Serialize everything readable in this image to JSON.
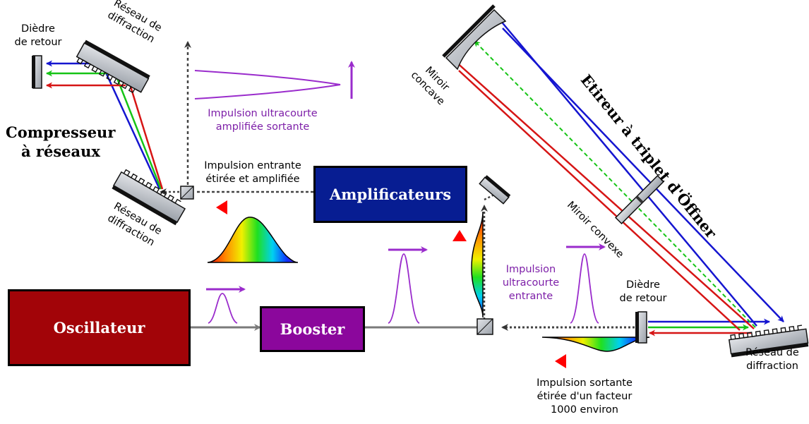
{
  "boxes": {
    "oscillateur": {
      "label": "Oscillateur",
      "color": "#a20408"
    },
    "booster": {
      "label": "Booster",
      "color": "#8b079c"
    },
    "amplificateurs": {
      "label": "Amplificateurs",
      "color": "#071d92"
    }
  },
  "titles": {
    "compresseur": [
      "Compresseur",
      "à réseaux"
    ],
    "etireur": "Etireur  à triplet d'Öffner"
  },
  "labels": {
    "diedre_left": [
      "Dièdre",
      "de retour"
    ],
    "reseau_top_left": [
      "Réseau de",
      "diffraction"
    ],
    "reseau_bottom_left": [
      "Réseau de",
      "diffraction"
    ],
    "impulsion_sortante_amplifiee": [
      "Impulsion ultracourte",
      "amplifiée sortante"
    ],
    "impulsion_entrante_etiree": [
      "Impulsion entrante",
      "étirée et amplifiée"
    ],
    "miroir_concave": [
      "Miroir",
      "concave"
    ],
    "miroir_convexe": "Miroir convexe",
    "impulsion_ultracourte_entrante": [
      "Impulsion",
      "ultracourte",
      "entrante"
    ],
    "diedre_right": [
      "Dièdre",
      "de retour"
    ],
    "reseau_right": [
      "Réseau de",
      "diffraction"
    ],
    "impulsion_sortante_etiree": [
      "Impulsion sortante",
      "étirée d'un facteur",
      "1000 environ"
    ]
  },
  "colors": {
    "blue_beam": "#1515d0",
    "green_beam": "#16c416",
    "red_beam": "#d61515",
    "purple_pulse": "#9a2ccc",
    "beam_gray": "#7a7a7a"
  }
}
